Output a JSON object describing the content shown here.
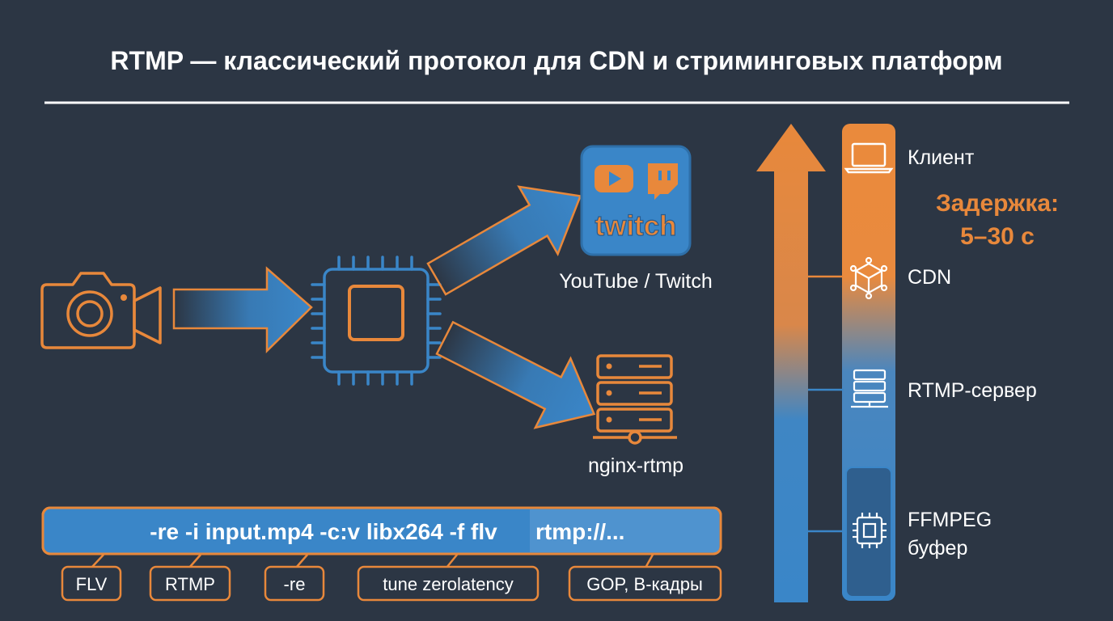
{
  "title": "RTMP — классический протокол для CDN и стриминговых платформ",
  "targets": {
    "youtube_twitch": {
      "label": "YouTube / Twitch",
      "logo_text": "twitch"
    },
    "nginx": {
      "label": "nginx-rtmp"
    }
  },
  "command": {
    "main": "-re -i input.mp4 -c:v libx264 -f flv",
    "url": "rtmp://..."
  },
  "tags": [
    "FLV",
    "RTMP",
    "-re",
    "tune zerolatency",
    "GOP, B-кадры"
  ],
  "latency": {
    "title": "Задержка:",
    "value": "5–30 с",
    "levels": [
      {
        "label": "Клиент",
        "icon": "laptop-icon"
      },
      {
        "label": "CDN",
        "icon": "network-cube-icon"
      },
      {
        "label": "RTMP-сервер",
        "icon": "server-icon"
      },
      {
        "label": "FFMPEG",
        "label2": "буфер",
        "icon": "chip-icon"
      }
    ]
  },
  "colors": {
    "background": "#2c3644",
    "orange": "#e8883b",
    "blue": "#3a86c8"
  }
}
